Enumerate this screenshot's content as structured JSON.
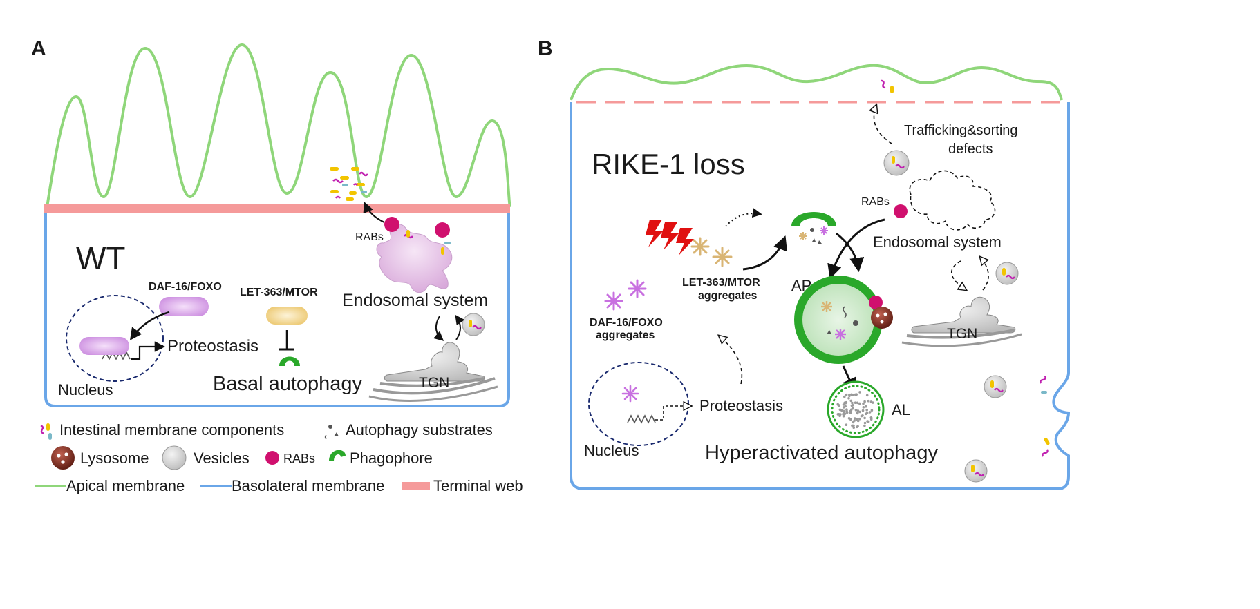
{
  "panel_a": {
    "letter": "A",
    "condition": "WT",
    "daf16": "DAF-16/FOXO",
    "let363": "LET-363/MTOR",
    "proteostasis": "Proteostasis",
    "nucleus": "Nucleus",
    "basal_autophagy": "Basal autophagy",
    "endosomal_system": "Endosomal system",
    "rabs": "RABs",
    "tgn": "TGN"
  },
  "panel_b": {
    "letter": "B",
    "condition": "RIKE-1 loss",
    "let363_line1": "LET-363/MTOR",
    "let363_line2": "aggregates",
    "daf16_line1": "DAF-16/FOXO",
    "daf16_line2": "aggregates",
    "ap": "AP",
    "al": "AL",
    "rabs": "RABs",
    "endosomal_system": "Endosomal system",
    "trafficking_line1": "Trafficking&sorting",
    "trafficking_line2": "defects",
    "tgn": "TGN",
    "proteostasis": "Proteostasis",
    "nucleus": "Nucleus",
    "hyperactivated_autophagy": "Hyperactivated autophagy"
  },
  "legend": {
    "membrane_components": "Intestinal membrane components",
    "autophagy_substrates": "Autophagy substrates",
    "lysosome": "Lysosome",
    "vesicles": "Vesicles",
    "rabs": "RABs",
    "phagophore": "Phagophore",
    "apical": "Apical membrane",
    "basolateral": "Basolateral membrane",
    "terminal_web": "Terminal web"
  },
  "colors": {
    "apical_membrane": "#8fd67a",
    "basolateral_membrane": "#6aa6e8",
    "terminal_web": "#f59a9a",
    "rabs": "#d0106e",
    "phagophore": "#2aa82a",
    "nucleus_outline": "#1a2a6e",
    "endosome": "#e0b0e0",
    "daf16": "#d49ee6",
    "let363": "#f0d080",
    "lysosome": "#7a2a1e",
    "vesicle": "#d8d8d8",
    "stress": "#e01010",
    "aggregate_gold": "#d9b574",
    "aggregate_purple": "#c870e0"
  }
}
